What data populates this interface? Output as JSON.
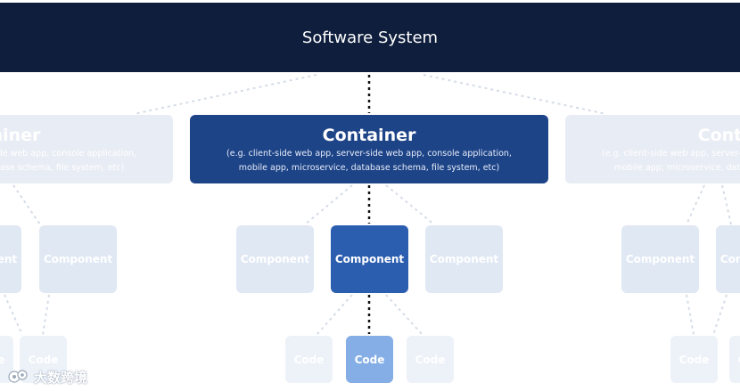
{
  "software_system": {
    "title": "Software System"
  },
  "containers": {
    "main": {
      "title": "Container",
      "desc_line1": "(e.g. client-side web app, server-side web app, console application,",
      "desc_line2": "mobile app, microservice, database schema, file system, etc)"
    },
    "left": {
      "title": "Container",
      "desc_line1": "(e.g. client-side web app, server-side web app, console application,",
      "desc_line2": "mobile app, microservice, database schema, file system, etc)"
    },
    "right": {
      "title": "Container",
      "desc_line1": "(e.g. client-side web app, server-side web app, console application,",
      "desc_line2": "mobile app, microservice, database schema, file system, etc)"
    }
  },
  "components": {
    "label": "Component",
    "active_label": "Component"
  },
  "code": {
    "label": "Code",
    "active_label": "Code"
  },
  "watermark": {
    "text": "大数跨境"
  },
  "colors": {
    "system_bar": "#0e1e3c",
    "container_active": "#1e4488",
    "component_active": "#2c5eb0",
    "code_active": "#85aee6",
    "faded": "#e0e8f4"
  }
}
